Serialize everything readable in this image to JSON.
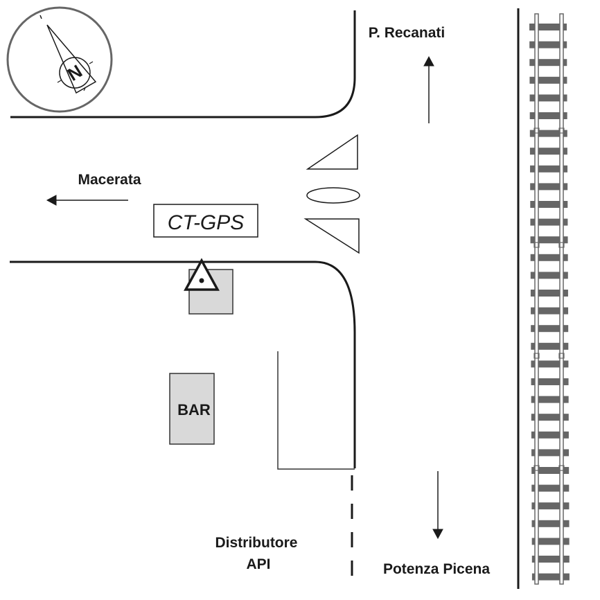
{
  "map": {
    "title": "Site sketch: CT-GPS station near road junction",
    "labels": {
      "north": "P. Recanati",
      "west": "Macerata",
      "south": "Potenza Picena",
      "station": "CT-GPS",
      "bar": "BAR",
      "fuel_line1": "Distributore",
      "fuel_line2": "API",
      "compass": "N"
    },
    "directions": {
      "north_arrow": "up",
      "west_arrow": "left",
      "south_arrow": "down"
    },
    "colors": {
      "line": "#1a1a1a",
      "building_fill": "#d9d9d9",
      "rail_ties": "#666666",
      "compass_ring": "#666666"
    },
    "features": [
      "compass-rose",
      "road-junction",
      "traffic-signs",
      "gps-station-marker",
      "bar-building",
      "fuel-station-outline",
      "railway"
    ]
  }
}
